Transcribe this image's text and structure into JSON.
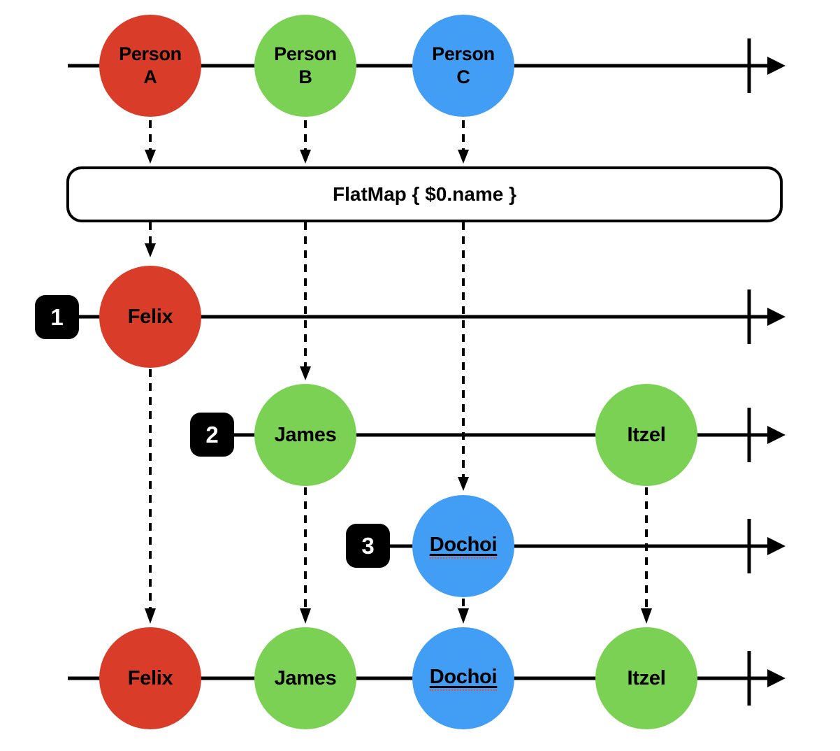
{
  "colors": {
    "red_event": "#D93C28",
    "green_event": "#7BD153",
    "blue_event": "#429EF5",
    "stroke": "#000000",
    "badge_background": "#000000",
    "badge_text": "#FFFFFF",
    "spellcheck_underline": "#E8503E",
    "background": "#FFFFFF"
  },
  "source_stream": {
    "events": [
      {
        "line1": "Person",
        "line2": "A",
        "color": "#D93C28"
      },
      {
        "line1": "Person",
        "line2": "B",
        "color": "#7BD153"
      },
      {
        "line1": "Person",
        "line2": "C",
        "color": "#429EF5"
      }
    ]
  },
  "operator": {
    "label": "FlatMap { $0.name }"
  },
  "inner_streams": [
    {
      "badge": "1",
      "events": [
        {
          "label": "Felix",
          "color": "#D93C28"
        }
      ]
    },
    {
      "badge": "2",
      "events": [
        {
          "label": "James",
          "color": "#7BD153"
        },
        {
          "label": "Itzel",
          "color": "#7BD153"
        }
      ]
    },
    {
      "badge": "3",
      "events": [
        {
          "label": "Dochoi",
          "color": "#429EF5"
        }
      ]
    }
  ],
  "output_stream": {
    "events": [
      {
        "label": "Felix",
        "color": "#D93C28"
      },
      {
        "label": "James",
        "color": "#7BD153"
      },
      {
        "label": "Dochoi",
        "color": "#429EF5"
      },
      {
        "label": "Itzel",
        "color": "#7BD153"
      }
    ]
  }
}
